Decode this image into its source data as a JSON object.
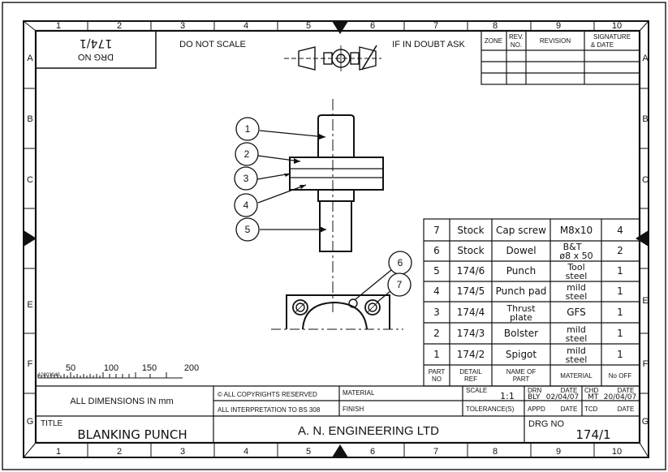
{
  "border": {
    "columns": [
      "1",
      "2",
      "3",
      "4",
      "5",
      "6",
      "7",
      "8",
      "9",
      "10"
    ],
    "rows": [
      "A",
      "B",
      "C",
      "E",
      "F",
      "G"
    ]
  },
  "header": {
    "drg_no_label": "DRG NO",
    "drg_no_value": "174/1",
    "do_not_scale": "DO NOT SCALE",
    "if_in_doubt": "IF IN DOUBT ASK"
  },
  "revision_table": {
    "zone": "ZONE",
    "rev_no_1": "REV.",
    "rev_no_2": "NO.",
    "revision": "REVISION",
    "signature_1": "SIGNATURE",
    "signature_2": "& DATE"
  },
  "balloons": [
    "1",
    "2",
    "3",
    "4",
    "5",
    "6",
    "7"
  ],
  "parts_list": {
    "rows": [
      {
        "part": "7",
        "ref": "Stock",
        "name": "Cap screw",
        "material": "M8x10",
        "material2": "",
        "qty": "4"
      },
      {
        "part": "6",
        "ref": "Stock",
        "name": "Dowel",
        "material": "B&T",
        "material2": "ø8 x 50",
        "qty": "2"
      },
      {
        "part": "5",
        "ref": "174/6",
        "name": "Punch",
        "material": "Tool",
        "material2": "steel",
        "qty": "1"
      },
      {
        "part": "4",
        "ref": "174/5",
        "name": "Punch pad",
        "material": "mild",
        "material2": "steel",
        "qty": "1"
      },
      {
        "part": "3",
        "ref": "174/4",
        "name": "Thrust",
        "name2": "plate",
        "material": "GFS",
        "material2": "",
        "qty": "1"
      },
      {
        "part": "2",
        "ref": "174/3",
        "name": "Bolster",
        "material": "mild",
        "material2": "steel",
        "qty": "1"
      },
      {
        "part": "1",
        "ref": "174/2",
        "name": "Spigot",
        "material": "mild",
        "material2": "steel",
        "qty": "1"
      }
    ],
    "headers": {
      "part1": "PART",
      "part2": "NO",
      "detail1": "DETAIL",
      "detail2": "REF",
      "name1": "NAME OF",
      "name2": "PART",
      "material": "MATERIAL",
      "qty": "No OFF"
    }
  },
  "scale_bar": {
    "small_labels": "10203040",
    "labels": [
      "50",
      "100",
      "150",
      "200"
    ]
  },
  "title_block": {
    "all_dimensions": "ALL DIMENSIONS IN mm",
    "copyright": "© ALL COPYRIGHTS RESERVED",
    "interpretation": "ALL INTERPRETATION TO BS 308",
    "material_label": "MATERIAL",
    "finish_label": "FINISH",
    "scale_label": "SCALE",
    "scale_value": "1:1",
    "tolerance_label": "TOLERANCE(S)",
    "drn": "DRN",
    "drn_by": "BLY",
    "drn_date_label": "DATE",
    "drn_date": "02/04/07",
    "chd": "CHD",
    "chd_by": "MT",
    "chd_date_label": "DATE",
    "chd_date": "20/04/07",
    "appd": "APPD",
    "appd_date_label": "DATE",
    "tcd": "TCD",
    "tcd_date_label": "DATE",
    "title_label": "TITLE",
    "title_value": "BLANKING PUNCH",
    "company": "A. N. ENGINEERING LTD",
    "drg_no_label": "DRG NO",
    "drg_no_value": "174/1"
  }
}
